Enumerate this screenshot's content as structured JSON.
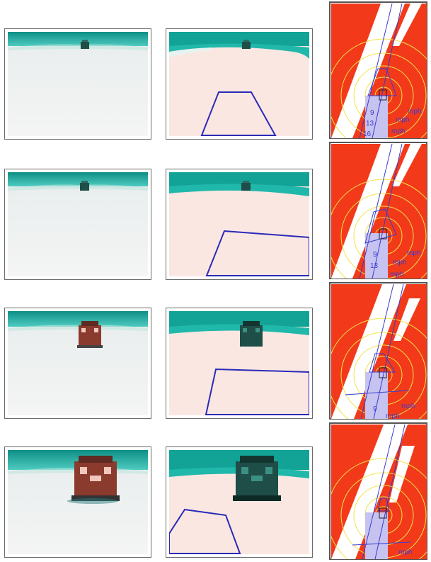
{
  "rows": [
    {
      "raw": {
        "vehicle": "far"
      },
      "processed": {
        "vehicle": "far"
      },
      "map": {
        "speed_labels": [
          "mph",
          "9",
          "mph",
          "13",
          "mph",
          "16"
        ]
      }
    },
    {
      "raw": {
        "vehicle": "far"
      },
      "processed": {
        "vehicle": "far"
      },
      "map": {
        "speed_labels": [
          "mph",
          "9",
          "mph",
          "13",
          "mph"
        ]
      }
    },
    {
      "raw": {
        "vehicle": "mid"
      },
      "processed": {
        "vehicle": "mid"
      },
      "map": {
        "speed_labels": [
          "mph",
          "9",
          "mph"
        ]
      }
    },
    {
      "raw": {
        "vehicle": "near"
      },
      "processed": {
        "vehicle": "near"
      },
      "map": {
        "speed_labels": [
          "mph"
        ]
      }
    }
  ],
  "colors": {
    "sky": "#1aa69a",
    "ground_raw": "#eef0ef",
    "ground_processed": "#fbe5df",
    "quad": "#2a2ab8",
    "map_red": "#f23a1a",
    "map_road": "#ffffff",
    "ring": "#f2e24a",
    "vehicle_body": "#8b3a2e",
    "vehicle_dark": "#1f4d47"
  }
}
